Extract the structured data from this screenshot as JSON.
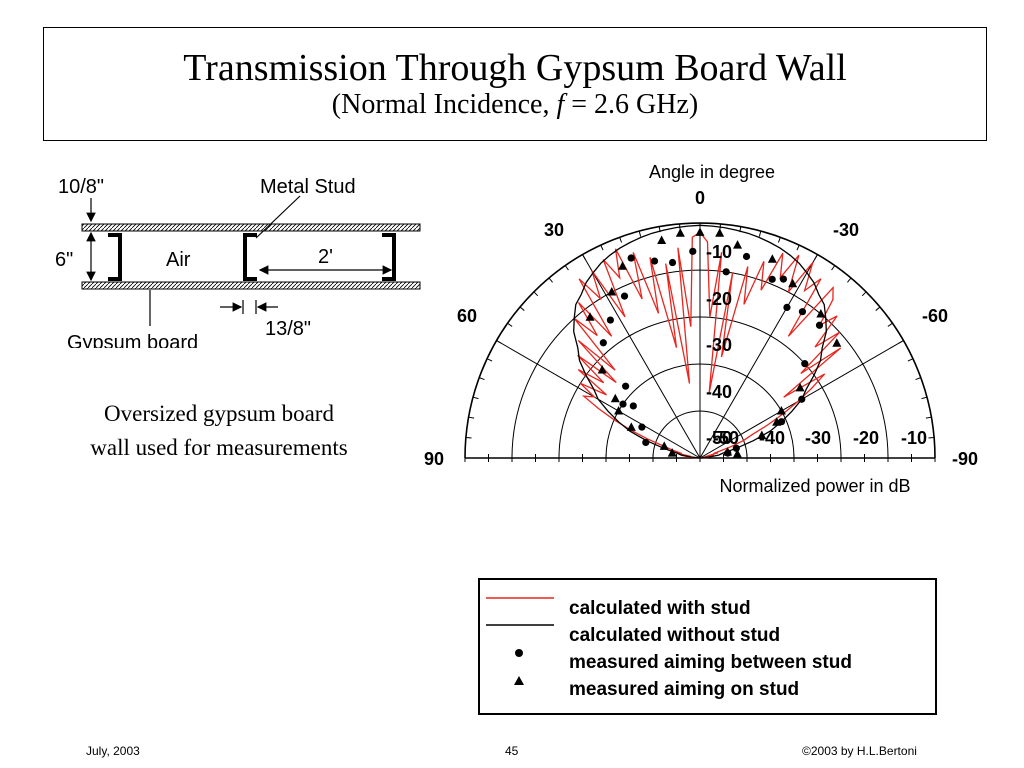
{
  "slide": {
    "title": "Transmission Through Gypsum Board Wall",
    "subtitle_prefix": "(Normal Incidence, ",
    "subtitle_var": "f",
    "subtitle_suffix": " = 2.6 GHz)",
    "caption": "Oversized gypsum board wall used for measurements"
  },
  "diagram": {
    "label_thickness": "10/8\"",
    "label_metal_stud": "Metal Stud",
    "label_height": "6\"",
    "label_air": "Air",
    "label_spacing": "2'",
    "label_gypsum": "Gypsum board",
    "label_stud_width": "13/8\""
  },
  "chart_data": {
    "type": "polar",
    "title": "Angle in degree",
    "radial_label": "Normalized power in dB",
    "angle_ticks": [
      "0",
      "30",
      "-30",
      "60",
      "-60",
      "90",
      "-90"
    ],
    "radial_ticks": [
      "-10",
      "-20",
      "-30",
      "-40",
      "-50"
    ],
    "radial_ticks_bottom": [
      "-50",
      "-40",
      "-30",
      "-20",
      "-10"
    ],
    "rlim": [
      -50,
      0
    ],
    "theta_range_deg": [
      -90,
      90
    ],
    "series": [
      {
        "name": "calculated with stud",
        "style": "line",
        "color": "#e8261f",
        "points": [
          [
            -90,
            -50
          ],
          [
            -88,
            -50
          ],
          [
            -86,
            -48
          ],
          [
            -84,
            -50
          ],
          [
            -82,
            -47
          ],
          [
            -80,
            -50
          ],
          [
            -78,
            -47
          ],
          [
            -76,
            -49
          ],
          [
            -74,
            -46
          ],
          [
            -72,
            -47
          ],
          [
            -70,
            -43
          ],
          [
            -68,
            -40
          ],
          [
            -66,
            -38
          ],
          [
            -64,
            -34
          ],
          [
            -62,
            -30
          ],
          [
            -60,
            -26
          ],
          [
            -58,
            -22
          ],
          [
            -56,
            -18
          ],
          [
            -54,
            -28
          ],
          [
            -52,
            -12
          ],
          [
            -50,
            -22
          ],
          [
            -48,
            -10
          ],
          [
            -46,
            -16
          ],
          [
            -44,
            -8
          ],
          [
            -42,
            -12
          ],
          [
            -40,
            -6
          ],
          [
            -38,
            -4
          ],
          [
            -36,
            -18
          ],
          [
            -34,
            -4
          ],
          [
            -32,
            -8
          ],
          [
            -30,
            -2
          ],
          [
            -28,
            -10
          ],
          [
            -26,
            -2
          ],
          [
            -24,
            -8
          ],
          [
            -22,
            -3
          ],
          [
            -20,
            -12
          ],
          [
            -18,
            -6
          ],
          [
            -16,
            -16
          ],
          [
            -14,
            -8
          ],
          [
            -12,
            -28
          ],
          [
            -10,
            -10
          ],
          [
            -8,
            -36
          ],
          [
            -6,
            -6
          ],
          [
            -4,
            -20
          ],
          [
            -2,
            -4
          ],
          [
            0,
            -2
          ],
          [
            2,
            -3
          ],
          [
            4,
            -22
          ],
          [
            6,
            -5
          ],
          [
            8,
            -34
          ],
          [
            10,
            -8
          ],
          [
            12,
            -26
          ],
          [
            14,
            -6
          ],
          [
            16,
            -18
          ],
          [
            18,
            -4
          ],
          [
            20,
            -14
          ],
          [
            22,
            -2
          ],
          [
            24,
            -8
          ],
          [
            26,
            -3
          ],
          [
            28,
            -16
          ],
          [
            30,
            -4
          ],
          [
            32,
            -10
          ],
          [
            34,
            -4
          ],
          [
            36,
            -18
          ],
          [
            38,
            -8
          ],
          [
            40,
            -16
          ],
          [
            42,
            -10
          ],
          [
            44,
            -24
          ],
          [
            46,
            -14
          ],
          [
            48,
            -26
          ],
          [
            50,
            -16
          ],
          [
            52,
            -24
          ],
          [
            54,
            -18
          ],
          [
            56,
            -26
          ],
          [
            58,
            -20
          ],
          [
            60,
            -24
          ],
          [
            62,
            -22
          ],
          [
            64,
            -26
          ],
          [
            66,
            -30
          ],
          [
            68,
            -34
          ],
          [
            70,
            -38
          ],
          [
            72,
            -42
          ],
          [
            74,
            -44
          ],
          [
            76,
            -46
          ],
          [
            78,
            -45
          ],
          [
            80,
            -48
          ],
          [
            82,
            -46
          ],
          [
            84,
            -49
          ],
          [
            86,
            -47
          ],
          [
            88,
            -50
          ],
          [
            90,
            -50
          ]
        ]
      },
      {
        "name": "calculated without stud",
        "style": "line",
        "color": "#000000",
        "points": [
          [
            -90,
            -50
          ],
          [
            -87,
            -50
          ],
          [
            -84,
            -48
          ],
          [
            -81,
            -46
          ],
          [
            -78,
            -45
          ],
          [
            -75,
            -42
          ],
          [
            -72,
            -38
          ],
          [
            -69,
            -34
          ],
          [
            -66,
            -31
          ],
          [
            -63,
            -28
          ],
          [
            -60,
            -25
          ],
          [
            -57,
            -23
          ],
          [
            -54,
            -20
          ],
          [
            -51,
            -17
          ],
          [
            -48,
            -15
          ],
          [
            -45,
            -12
          ],
          [
            -42,
            -10
          ],
          [
            -39,
            -8
          ],
          [
            -36,
            -7
          ],
          [
            -33,
            -5.5
          ],
          [
            -30,
            -4.5
          ],
          [
            -27,
            -3.5
          ],
          [
            -24,
            -2.8
          ],
          [
            -21,
            -2.2
          ],
          [
            -18,
            -1.8
          ],
          [
            -15,
            -1.4
          ],
          [
            -12,
            -1.1
          ],
          [
            -9,
            -0.9
          ],
          [
            -6,
            -0.7
          ],
          [
            -3,
            -0.6
          ],
          [
            0,
            -0.5
          ],
          [
            3,
            -0.6
          ],
          [
            6,
            -0.7
          ],
          [
            9,
            -0.9
          ],
          [
            12,
            -1.1
          ],
          [
            15,
            -1.4
          ],
          [
            18,
            -1.8
          ],
          [
            21,
            -2.2
          ],
          [
            24,
            -2.8
          ],
          [
            27,
            -3.5
          ],
          [
            30,
            -4.5
          ],
          [
            33,
            -5.5
          ],
          [
            36,
            -7
          ],
          [
            39,
            -8
          ],
          [
            42,
            -10
          ],
          [
            45,
            -12
          ],
          [
            48,
            -15
          ],
          [
            51,
            -17
          ],
          [
            54,
            -20
          ],
          [
            57,
            -23
          ],
          [
            60,
            -25
          ],
          [
            63,
            -28
          ],
          [
            66,
            -31
          ],
          [
            69,
            -34
          ],
          [
            72,
            -38
          ],
          [
            75,
            -42
          ],
          [
            78,
            -45
          ],
          [
            81,
            -46
          ],
          [
            84,
            -48
          ],
          [
            87,
            -50
          ],
          [
            90,
            -50
          ]
        ]
      },
      {
        "name": "measured aiming between stud",
        "style": "circle",
        "color": "#000000",
        "points": [
          [
            -42,
            -12
          ],
          [
            -30,
            -13
          ],
          [
            -22,
            -9
          ],
          [
            -13,
            -6
          ],
          [
            -8,
            -10
          ],
          [
            2,
            -6
          ],
          [
            8,
            -8
          ],
          [
            13,
            -7
          ],
          [
            19,
            -5
          ],
          [
            25,
            -12
          ],
          [
            33,
            -15
          ],
          [
            40,
            -18
          ],
          [
            46,
            -28
          ],
          [
            52,
            -32
          ],
          [
            55,
            -30
          ],
          [
            62,
            -36
          ],
          [
            74,
            -38
          ],
          [
            -25,
            -8
          ],
          [
            -35,
            -12
          ],
          [
            -48,
            -20
          ],
          [
            -60,
            -25
          ],
          [
            -66,
            -31
          ],
          [
            -75,
            -42
          ],
          [
            -80,
            -44
          ]
        ]
      },
      {
        "name": "measured aiming on stud",
        "style": "triangle",
        "color": "#000000",
        "points": [
          [
            0,
            -2
          ],
          [
            -5,
            -2
          ],
          [
            -10,
            -4
          ],
          [
            -20,
            -5
          ],
          [
            -28,
            -8
          ],
          [
            -40,
            -10
          ],
          [
            -50,
            -12
          ],
          [
            -55,
            -24
          ],
          [
            -60,
            -30
          ],
          [
            -65,
            -32
          ],
          [
            -70,
            -36
          ],
          [
            -78,
            -44
          ],
          [
            -84,
            -42
          ],
          [
            5,
            -2
          ],
          [
            10,
            -3
          ],
          [
            22,
            -6
          ],
          [
            28,
            -10
          ],
          [
            38,
            -12
          ],
          [
            48,
            -22
          ],
          [
            55,
            -28
          ],
          [
            60,
            -30
          ],
          [
            66,
            -34
          ],
          [
            72,
            -42
          ],
          [
            80,
            -44
          ]
        ]
      }
    ]
  },
  "legend": {
    "items": [
      {
        "label": "calculated with stud",
        "marker": "red-line"
      },
      {
        "label": "calculated without stud",
        "marker": "black-line"
      },
      {
        "label": "measured aiming between stud",
        "marker": "circle"
      },
      {
        "label": "measured aiming on stud",
        "marker": "triangle"
      }
    ]
  },
  "footer": {
    "date": "July, 2003",
    "page": "45",
    "copyright": "©2003 by H.L.Bertoni"
  }
}
